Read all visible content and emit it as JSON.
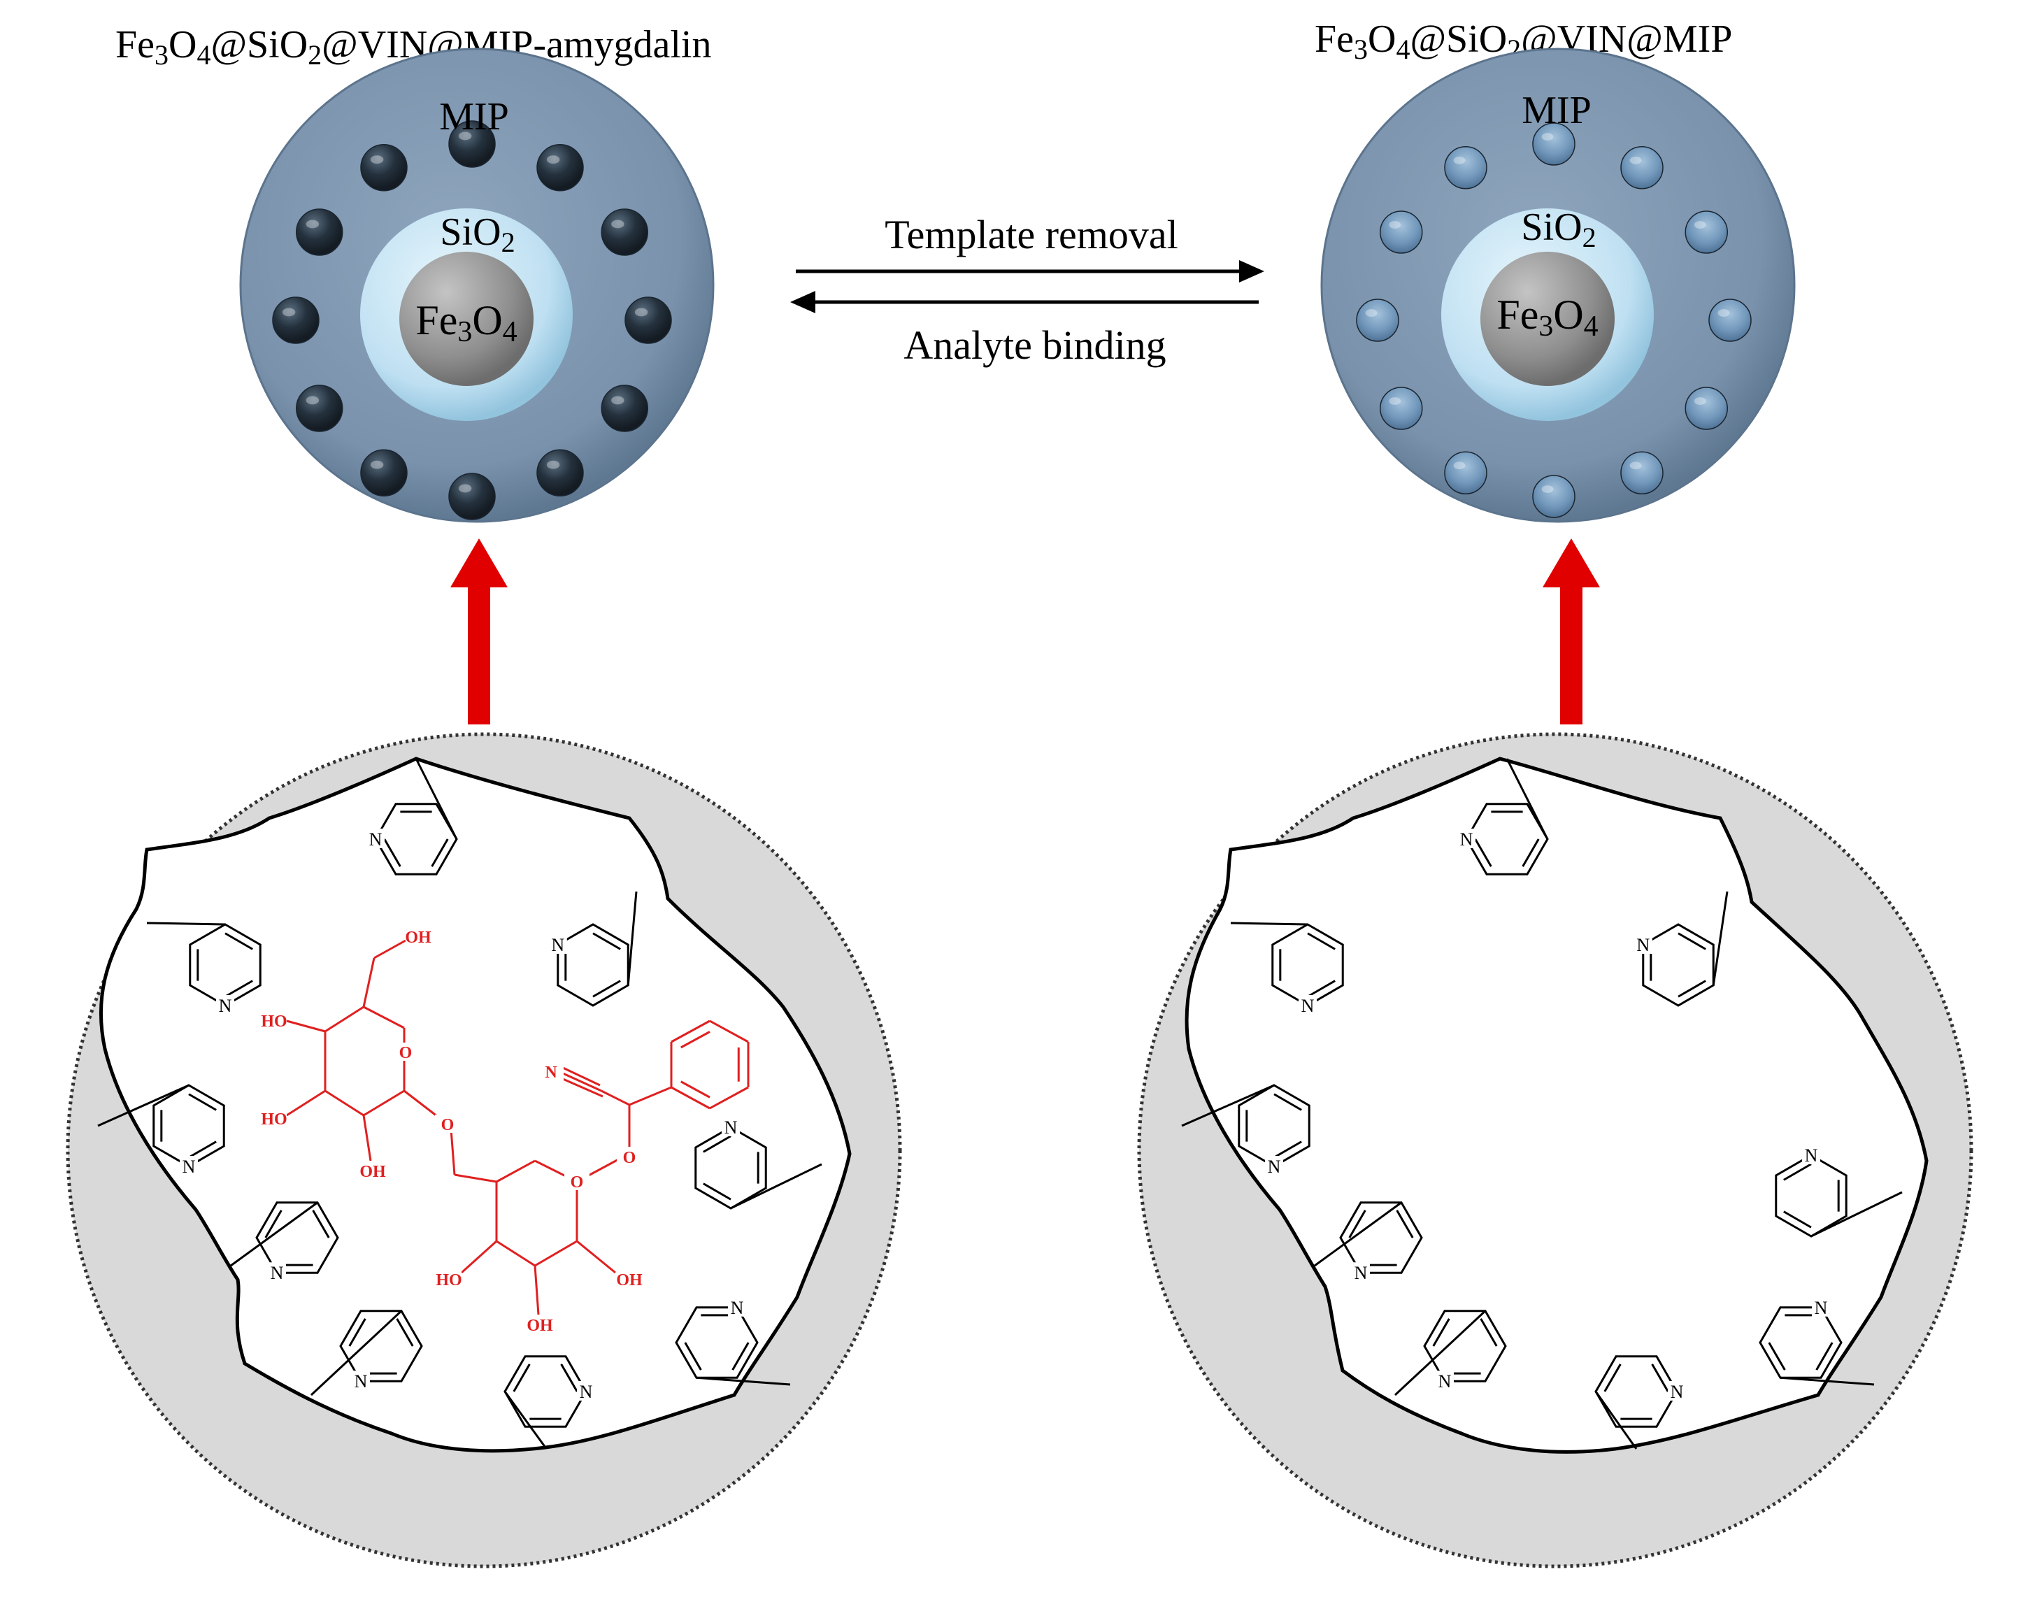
{
  "left_particle": {
    "title_parts": [
      "Fe",
      "3",
      "O",
      "4",
      "@SiO",
      "2",
      "@VIN@MIP-amygdalin"
    ],
    "shell_label": "MIP",
    "silica_parts": [
      "SiO",
      "2"
    ],
    "core_parts": [
      "Fe",
      "3",
      "O",
      "4"
    ]
  },
  "right_particle": {
    "title_parts": [
      "Fe",
      "3",
      "O",
      "4",
      "@SiO",
      "2",
      "@VIN@MIP"
    ],
    "shell_label": "MIP",
    "silica_parts": [
      "SiO",
      "2"
    ],
    "core_parts": [
      "Fe",
      "3",
      "O",
      "4"
    ]
  },
  "process": {
    "forward_label": "Template removal",
    "reverse_label": "Analyte binding"
  },
  "template_molecule": {
    "atoms": [
      "OH",
      "HO",
      "HO",
      "OH",
      "O",
      "O",
      "N",
      "O",
      "O",
      "HO",
      "OH",
      "OH"
    ]
  },
  "pyridine_atom": "N",
  "colors": {
    "shell": "#7b93ad",
    "silica": "#bfe0f2",
    "core": "#8f8f8f",
    "filled_cavity": "#1f2b36",
    "empty_cavity": "#6f93b5",
    "arrow_up": "#e00000",
    "template": "#e02020",
    "zoom_bg": "#d9d9d9"
  }
}
